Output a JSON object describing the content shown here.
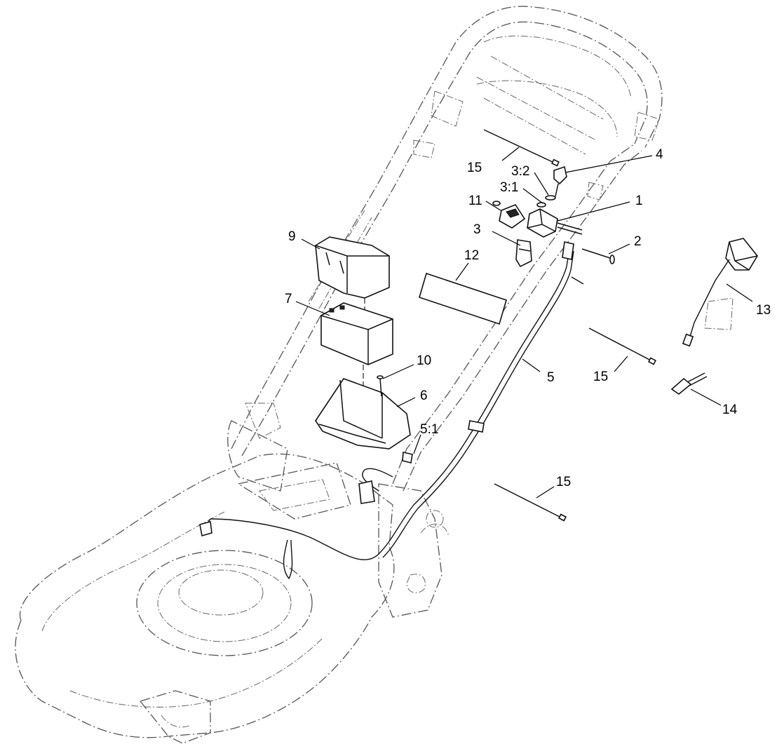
{
  "callouts": [
    {
      "id": "c1",
      "text": "1"
    },
    {
      "id": "c2",
      "text": "2"
    },
    {
      "id": "c3",
      "text": "3"
    },
    {
      "id": "c3_1",
      "text": "3:1"
    },
    {
      "id": "c3_2",
      "text": "3:2"
    },
    {
      "id": "c4",
      "text": "4"
    },
    {
      "id": "c5",
      "text": "5"
    },
    {
      "id": "c5_1",
      "text": "5:1"
    },
    {
      "id": "c6",
      "text": "6"
    },
    {
      "id": "c7",
      "text": "7"
    },
    {
      "id": "c9",
      "text": "9"
    },
    {
      "id": "c10",
      "text": "10"
    },
    {
      "id": "c11",
      "text": "11"
    },
    {
      "id": "c12",
      "text": "12"
    },
    {
      "id": "c13",
      "text": "13"
    },
    {
      "id": "c14",
      "text": "14"
    },
    {
      "id": "c15a",
      "text": "15"
    },
    {
      "id": "c15b",
      "text": "15"
    },
    {
      "id": "c15c",
      "text": "15"
    }
  ]
}
